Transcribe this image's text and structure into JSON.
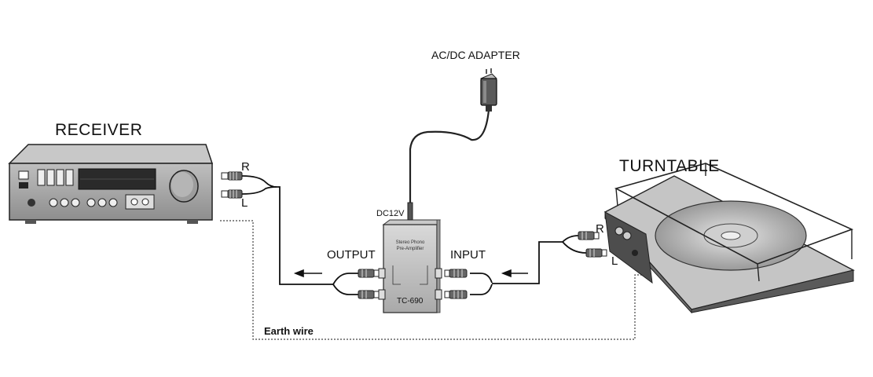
{
  "labels": {
    "receiver": "RECEIVER",
    "turntable": "TURNTABLE",
    "adapter": "AC/DC ADAPTER",
    "dc": "DC12V",
    "output": "OUTPUT",
    "input": "INPUT",
    "earth": "Earth wire",
    "model": "TC-690",
    "preamp_line1": "Stereo Phono",
    "preamp_line2": "Pre-Amplifier",
    "r_receiver": "R",
    "l_receiver": "L",
    "r_turntable": "R",
    "l_turntable": "L"
  },
  "colors": {
    "device_dark": "#4a4a4a",
    "device_mid": "#8a8a8a",
    "device_light": "#bdbdbd",
    "line": "#111111"
  }
}
